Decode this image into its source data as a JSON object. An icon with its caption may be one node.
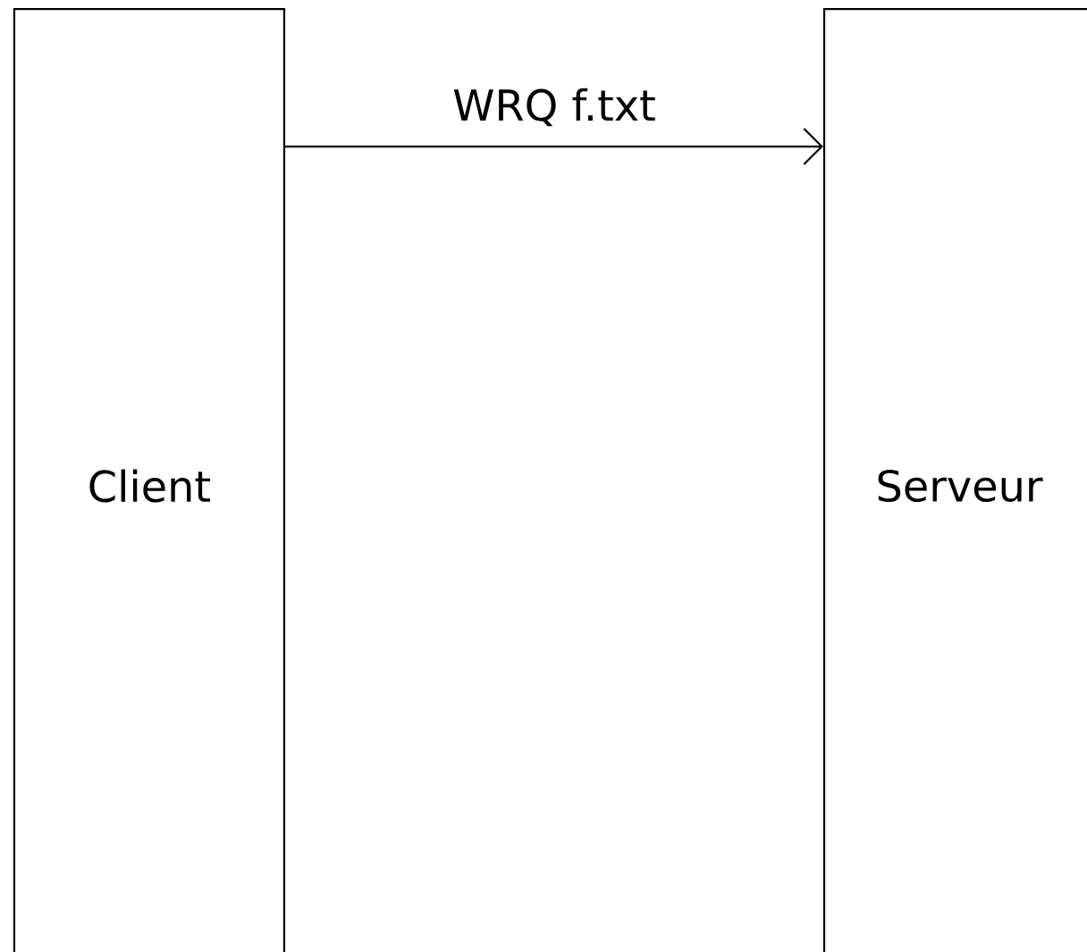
{
  "diagram": {
    "nodes": [
      {
        "text": [
          "Client"
        ]
      },
      {
        "text": [
          "Serveur"
        ]
      }
    ],
    "edges": [
      {
        "from": 0,
        "to": 1,
        "arrow": "to",
        "label": "WRQ f.txt"
      }
    ]
  }
}
